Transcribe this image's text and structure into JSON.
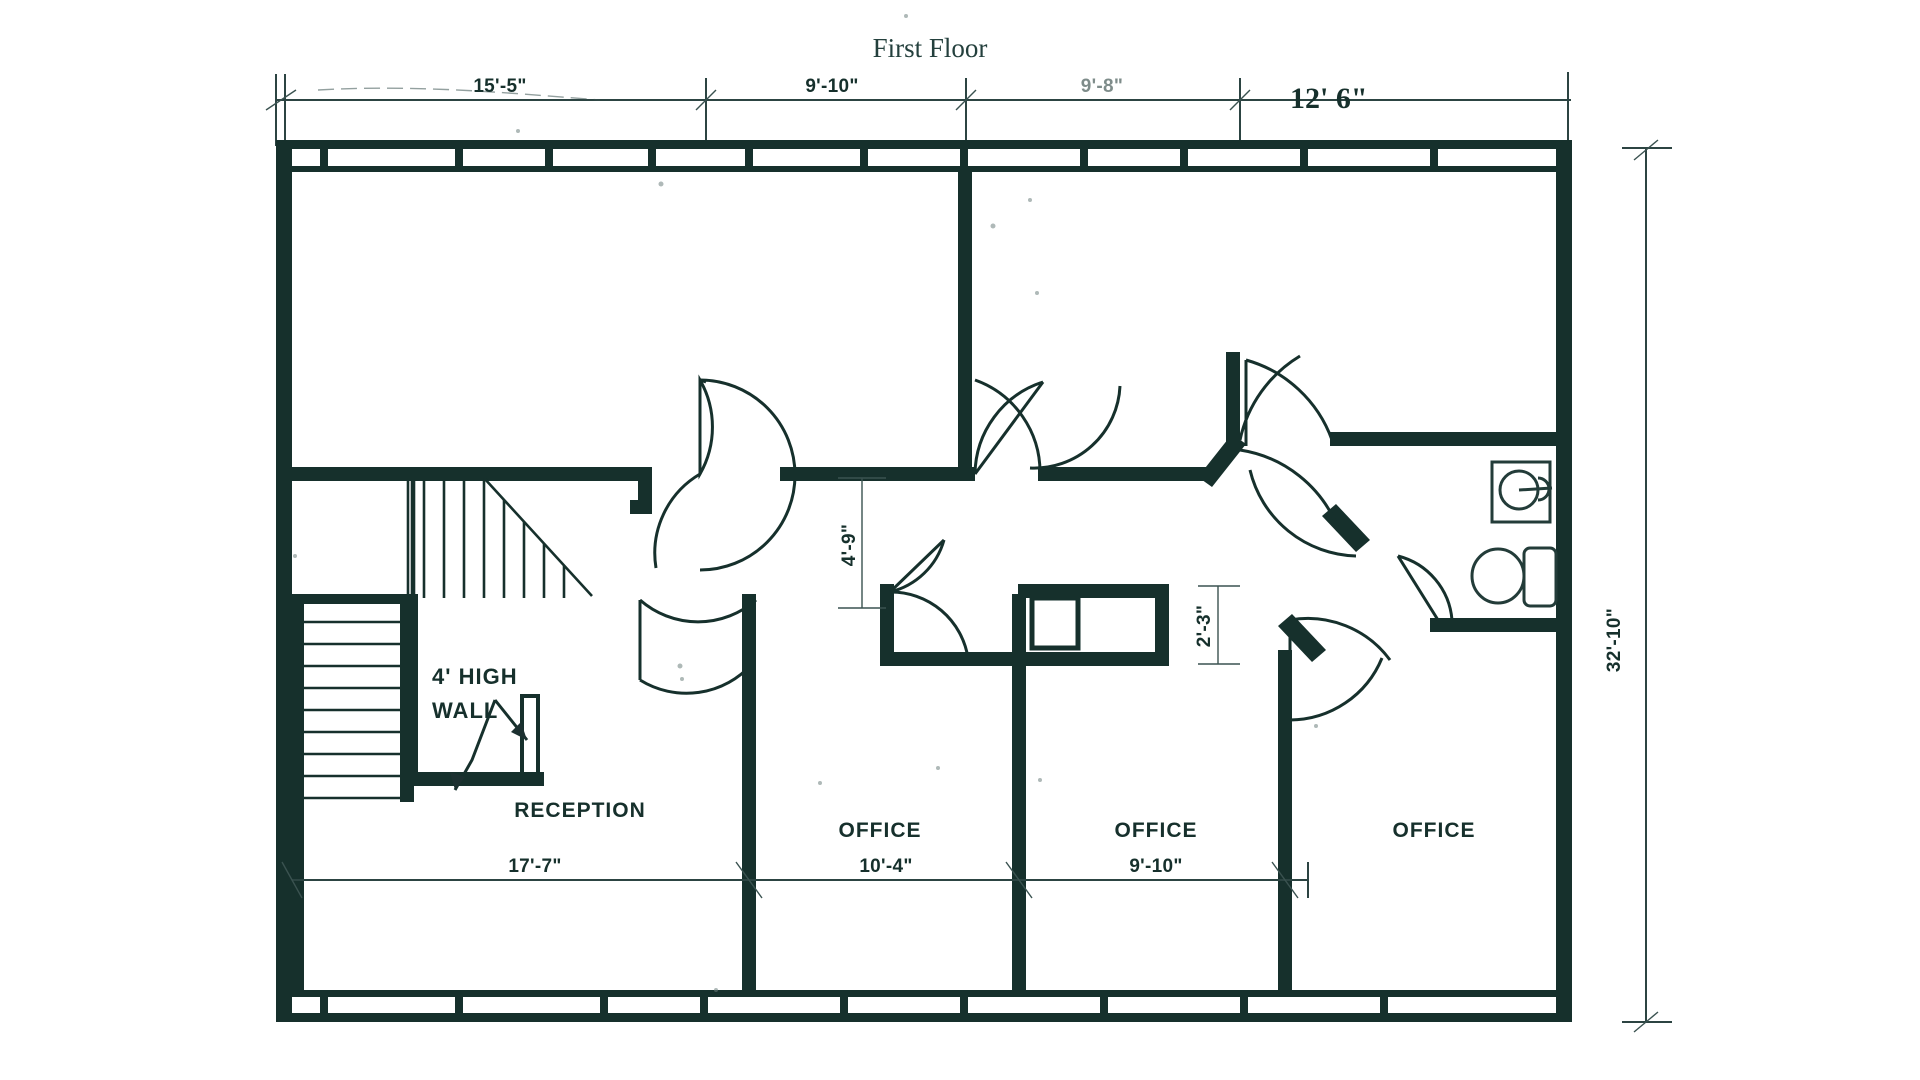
{
  "document": {
    "title": "First Floor",
    "type": "architectural-floor-plan"
  },
  "dimensions": {
    "top": [
      {
        "name": "top-dim-1",
        "label": "15'-5\""
      },
      {
        "name": "top-dim-2",
        "label": "9'-10\""
      },
      {
        "name": "top-dim-3",
        "label": "9'-8\""
      }
    ],
    "bottom": [
      {
        "name": "bottom-dim-1",
        "label": "17'-7\""
      },
      {
        "name": "bottom-dim-2",
        "label": "10'-4\""
      },
      {
        "name": "bottom-dim-3",
        "label": "9'-10\""
      }
    ],
    "right": {
      "name": "right-dim",
      "label": "32'-10\""
    },
    "interior": [
      {
        "name": "corridor-width-dim",
        "label": "4'-9\""
      },
      {
        "name": "closet-depth-dim",
        "label": "2'-3\""
      }
    ],
    "handwritten": {
      "name": "handwritten-dim",
      "label": "12' 6\""
    }
  },
  "rooms": [
    {
      "name": "room-reception",
      "label": "RECEPTION",
      "dimension": "17'-7\""
    },
    {
      "name": "room-office-1",
      "label": "OFFICE",
      "dimension": "10'-4\""
    },
    {
      "name": "room-office-2",
      "label": "OFFICE",
      "dimension": "9'-10\""
    },
    {
      "name": "room-office-3",
      "label": "OFFICE",
      "dimension": ""
    }
  ],
  "annotations": [
    {
      "name": "note-high-wall-line1",
      "label": "4'  HIGH"
    },
    {
      "name": "note-high-wall-line2",
      "label": "WALL"
    }
  ],
  "fixtures": [
    {
      "name": "sink-fixture",
      "label": "sink"
    },
    {
      "name": "toilet-fixture",
      "label": "toilet"
    }
  ],
  "colors": {
    "ink": "#16302c",
    "paper": "#ffffff",
    "dimension": "#2c4442"
  }
}
